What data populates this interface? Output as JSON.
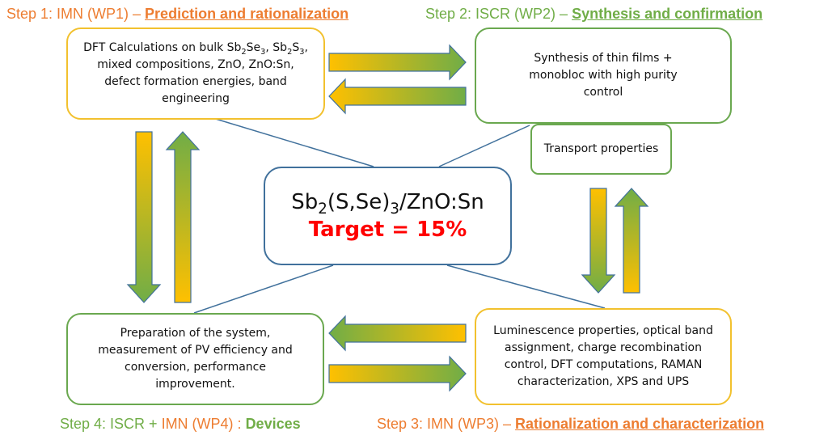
{
  "colors": {
    "orange": "#ed7d31",
    "green": "#70ad47",
    "yellow_border": "#f2c12e",
    "green_border": "#6aa84f",
    "blue_border": "#41719c",
    "arrow_yellow": "#ffc000",
    "arrow_green": "#70ad47",
    "target_red": "#ff0000"
  },
  "steps": {
    "step1": {
      "prefix": "Step 1: IMN (WP1) – ",
      "title": "Prediction and rationalization"
    },
    "step2": {
      "prefix": "Step 2: ISCR (WP2) – ",
      "title": "Synthesis and confirmation"
    },
    "step3": {
      "prefix": "Step 3: IMN (WP3) – ",
      "title": "Rationalization and characterization"
    },
    "step4": {
      "prefix_a": "Step 4: ISCR + ",
      "prefix_b": "IMN (WP4) : ",
      "title": "Devices"
    }
  },
  "boxes": {
    "dft": {
      "line1_a": "DFT Calculations on bulk Sb",
      "sub1": "2",
      "line1_b": "Se",
      "sub2": "3",
      "line1_c": ", Sb",
      "sub3": "2",
      "line1_d": "S",
      "sub4": "3",
      "line1_e": ",",
      "rest": "mixed compositions, ZnO, ZnO:Sn, defect formation energies, band engineering"
    },
    "synthesis": "Synthesis of thin films + monobloc with high purity control",
    "transport": "Transport properties",
    "luminescence": "Luminescence properties, optical band assignment, charge recombination control, DFT computations, RAMAN characterization, XPS and UPS",
    "preparation": "Preparation of the system, measurement of PV efficiency and conversion, performance improvement."
  },
  "center": {
    "f_a": "Sb",
    "f_sub1": "2",
    "f_b": "(S,Se)",
    "f_sub2": "3",
    "f_c": "/ZnO:Sn",
    "target": "Target = 15%"
  }
}
